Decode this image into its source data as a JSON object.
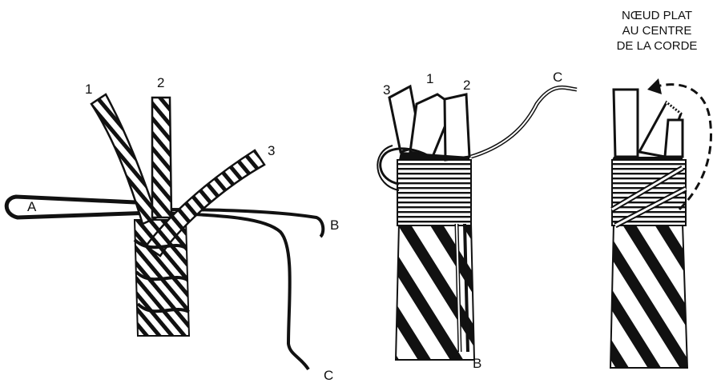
{
  "figure1": {
    "strand_1": "1",
    "strand_2": "2",
    "strand_3": "3",
    "loop_a": "A",
    "end_b": "B",
    "end_c": "C"
  },
  "figure2": {
    "strand_1": "1",
    "strand_2": "2",
    "strand_3": "3",
    "end_b": "B",
    "end_c": "C"
  },
  "figure3": {
    "title_lines": [
      "NŒUD PLAT",
      "AU CENTRE",
      "DE LA CORDE"
    ]
  }
}
